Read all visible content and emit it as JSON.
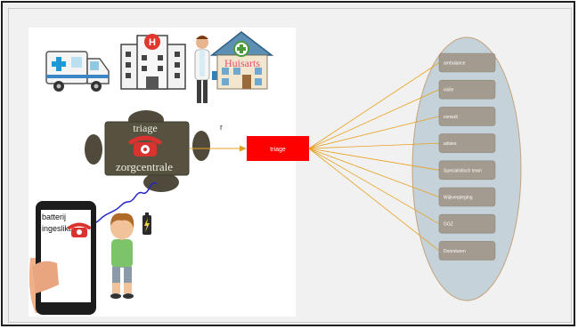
{
  "illustration": {
    "building_sign": "Huisarts",
    "table_label_top": "triage",
    "table_label_bottom": "zorgcentrale",
    "phone_text_line1": "batterij",
    "phone_text_line2": "ingeslikt",
    "stray_mark": "r"
  },
  "triage_box": {
    "label": "triage",
    "color": "#ff0000"
  },
  "options": {
    "items": [
      "ambulance",
      "visite",
      "consult",
      "advies",
      "Specialistisch team",
      "Wijkverpleging",
      "GGZ",
      "Doorsturen"
    ]
  },
  "colors": {
    "ellipse_fill": "#c5d2d9",
    "ellipse_stroke": "#c4a37d",
    "option_fill": "#a39b8f",
    "connector": "#e8a020",
    "table": "#4f4a3c"
  }
}
